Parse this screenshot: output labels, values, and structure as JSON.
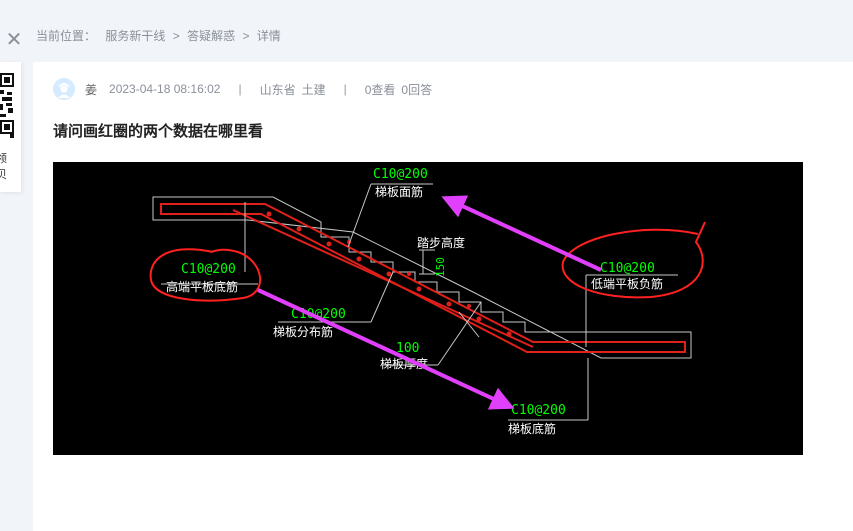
{
  "breadcrumb": {
    "prefix": "当前位置：",
    "items": [
      "服务新干线",
      "答疑解惑",
      "详情"
    ],
    "separator": ">"
  },
  "side_panel": {
    "text": "领\n贝",
    "close_glyph": "✕"
  },
  "post": {
    "author": "姜",
    "datetime": "2023-04-18 08:16:02",
    "province": "山东省",
    "category": "土建",
    "views": "0查看",
    "answers": "0回答",
    "divider": "|",
    "title": "请问画红圈的两个数据在哪里看"
  },
  "drawing": {
    "top_rebar_spec": "C10@200",
    "top_rebar_label": "梯板面筋",
    "step_height_label": "踏步高度",
    "step_height_value": "150",
    "high_end_spec": "C10@200",
    "high_end_label": "高端平板底筋",
    "low_end_spec": "C10@200",
    "low_end_label": "低端平板负筋",
    "dist_spec": "C10@200",
    "dist_label": "梯板分布筋",
    "thickness_value": "100",
    "thickness_label": "梯板厚度",
    "bottom_spec": "C10@200",
    "bottom_label": "梯板底筋",
    "colors": {
      "background": "#000000",
      "rebar": "#e0201a",
      "dimension": "#00ff00",
      "text": "#ffffff",
      "annotation": "#ff2020",
      "arrow": "#e040fb",
      "outline": "#c8c8c8"
    }
  }
}
